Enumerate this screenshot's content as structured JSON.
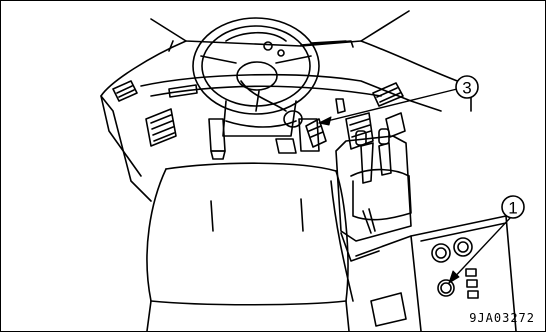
{
  "callouts": [
    {
      "label": "3"
    },
    {
      "label": "1"
    }
  ],
  "figure_code": "9JA03272",
  "colors": {
    "line": "#000000",
    "background": "#ffffff"
  }
}
